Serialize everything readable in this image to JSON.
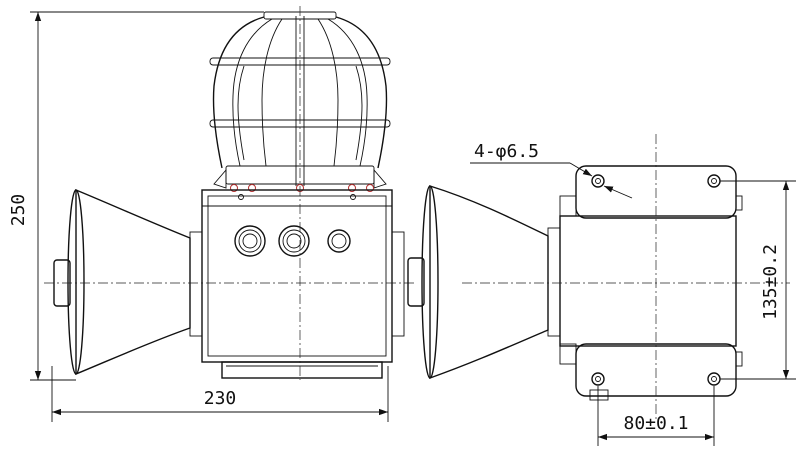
{
  "drawing": {
    "dimensions": {
      "height": "250",
      "width": "230",
      "holes": "4-φ6.5",
      "vertical_spacing": "135±0.2",
      "horizontal_spacing": "80±0.1"
    },
    "colors": {
      "line": "#111111",
      "background": "#ffffff",
      "bolt_accent": "#b43030"
    }
  }
}
